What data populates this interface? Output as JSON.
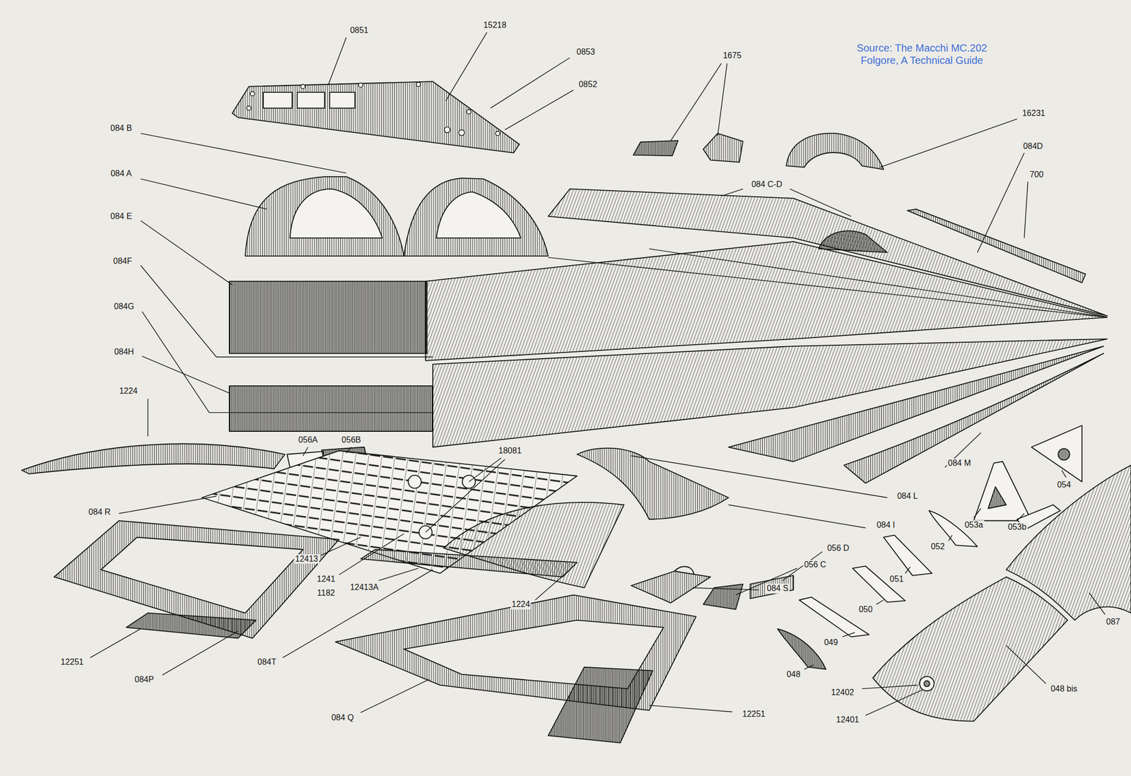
{
  "diagram": {
    "labels": [
      "0851",
      "15218",
      "0853",
      "1675",
      "Source: The Macchi MC.202 Folgore, A Technical Guide",
      "0852",
      "16231",
      "084 B",
      "084D",
      "084 A",
      "700",
      "084 C-D",
      "084 E",
      "084F",
      "084G",
      "084H",
      "1224",
      "056A",
      "056B",
      "18081",
      "084 M",
      "054",
      "084 L",
      "084 R",
      "084 I",
      "053a",
      "053b",
      "052",
      "056 D",
      "12413",
      "056 C",
      "1241",
      "051",
      "12413A",
      "084 S",
      "1182",
      "1224",
      "050",
      "087",
      "049",
      "12251",
      "084T",
      "048",
      "084P",
      "048 bis",
      "12402",
      "12251",
      "084 Q",
      "12401"
    ]
  }
}
